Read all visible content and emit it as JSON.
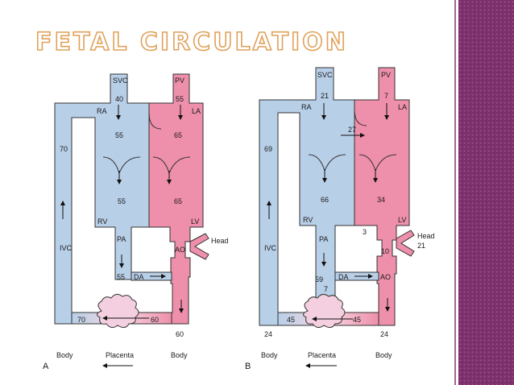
{
  "title": "Fetal Circulation",
  "colors": {
    "venous": "#b8cfe8",
    "arterial": "#ee8fab",
    "outline": "#333333",
    "accent_title": "#e0a15a",
    "band": "#7a2f6a"
  },
  "panel_a": {
    "letter": "A",
    "vessels": {
      "svc": "SVC",
      "pv": "PV",
      "ra": "RA",
      "la": "LA",
      "rv": "RV",
      "lv": "LV",
      "pa": "PA",
      "ao": "AO",
      "ivc": "IVC",
      "da": "DA",
      "head": "Head"
    },
    "values": {
      "svc": "40",
      "pv": "55",
      "ra": "55",
      "la": "65",
      "rv": "55",
      "lv": "65",
      "ivc": "70",
      "pa": "55",
      "placenta_out": "70",
      "placenta_in": "60",
      "desc_aorta": "60"
    },
    "footer": {
      "body_left": "Body",
      "placenta": "Placenta",
      "body_right": "Body"
    }
  },
  "panel_b": {
    "letter": "B",
    "vessels": {
      "svc": "SVC",
      "pv": "PV",
      "ra": "RA",
      "la": "LA",
      "rv": "RV",
      "lv": "LV",
      "pa": "PA",
      "ao": "AO",
      "ivc": "IVC",
      "da": "DA",
      "head": "Head"
    },
    "values": {
      "svc": "21",
      "pv": "7",
      "shunt": "27",
      "ivc": "69",
      "rv": "66",
      "lv": "34",
      "coronary": "3",
      "head": "21",
      "arch": "10",
      "pa": "59",
      "da": "7",
      "placenta_out": "45",
      "placenta_in": "45",
      "ivc_bottom": "24",
      "desc_aorta": "24"
    },
    "footer": {
      "body_left": "Body",
      "placenta": "Placenta",
      "body_right": "Body"
    }
  }
}
